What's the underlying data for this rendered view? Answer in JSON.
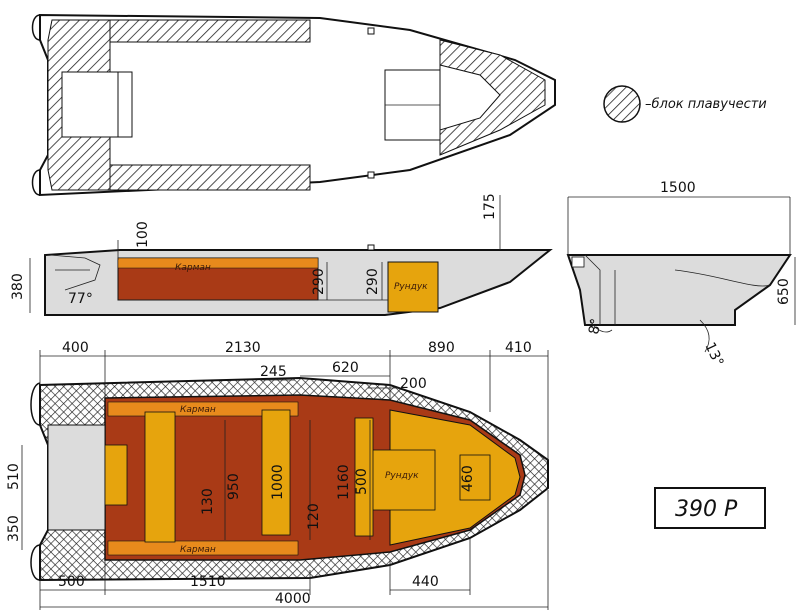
{
  "legend": {
    "label": "–блок плавучести"
  },
  "model": {
    "label": "390 Р"
  },
  "side_view": {
    "dims": {
      "d100": "100",
      "d175": "175",
      "d380": "380",
      "d290a": "290",
      "d290b": "290",
      "angle": "77°"
    },
    "labels": {
      "pocket": "Карман",
      "locker": "Рундук"
    }
  },
  "front_view": {
    "dims": {
      "width": "1500",
      "height": "650",
      "a8": "8°",
      "a13": "13°"
    }
  },
  "plan_view": {
    "dims": {
      "t400": "400",
      "t2130": "2130",
      "t890": "890",
      "t410": "410",
      "t245": "245",
      "t620": "620",
      "t200": "200",
      "l510": "510",
      "l350": "350",
      "v130": "130",
      "v950": "950",
      "v1000": "1000",
      "v120": "120",
      "v1160": "1160",
      "v500": "500",
      "v460": "460",
      "b500": "500",
      "b1510": "1510",
      "b440": "440",
      "b4000": "4000"
    },
    "labels": {
      "pocket_top": "Карман",
      "pocket_bottom": "Карман",
      "locker": "Рундук"
    }
  },
  "colors": {
    "brown": "#a93a16",
    "amber": "#e6a40d",
    "orange": "#e88a1c",
    "hull_gray": "#dcdcdc",
    "white": "#ffffff"
  }
}
